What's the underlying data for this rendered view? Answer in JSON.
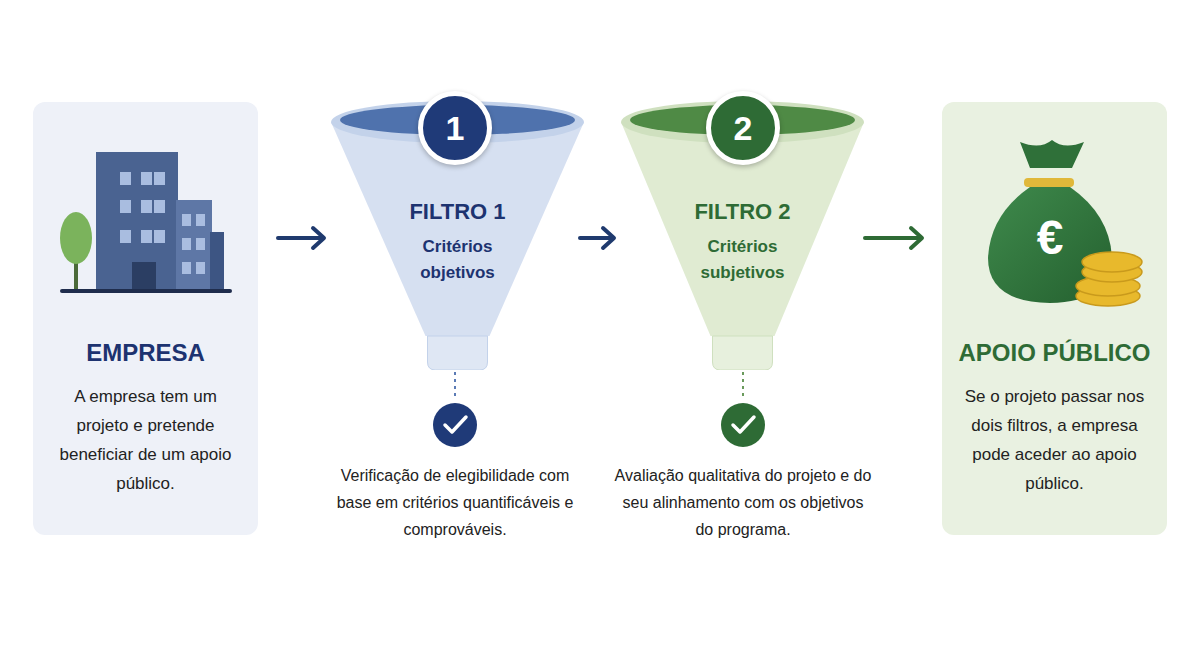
{
  "diagram": {
    "nodes": [
      {
        "text": [
          "EMPRESA",
          "A empresa tem um projeto e pretende beneficiar de um apoio público."
        ]
      },
      {
        "text": [
          "1"
        ]
      },
      {
        "text": [
          "FILTRO 1",
          "Critérios objetivos"
        ]
      },
      {
        "text": [
          "2"
        ]
      },
      {
        "text": [
          "FILTRO 2",
          "Critérios subjetivos"
        ]
      },
      {
        "text": [
          "APOIO PÚBLICO",
          "Se o projeto passar nos dois filtros, a empresa pode aceder ao apoio público."
        ]
      }
    ],
    "edges": [
      {
        "from": 0,
        "to": 2,
        "arrow": "to"
      },
      {
        "from": 2,
        "to": 4,
        "arrow": "to"
      },
      {
        "from": 4,
        "to": 5,
        "arrow": "to"
      }
    ],
    "labels": [
      "Verificação de elegibilidade com base em critérios quantificáveis e comprováveis.",
      "Avaliação qualitativa do projeto e do seu alinhamento com os objetivos do programa.",
      "€"
    ]
  }
}
